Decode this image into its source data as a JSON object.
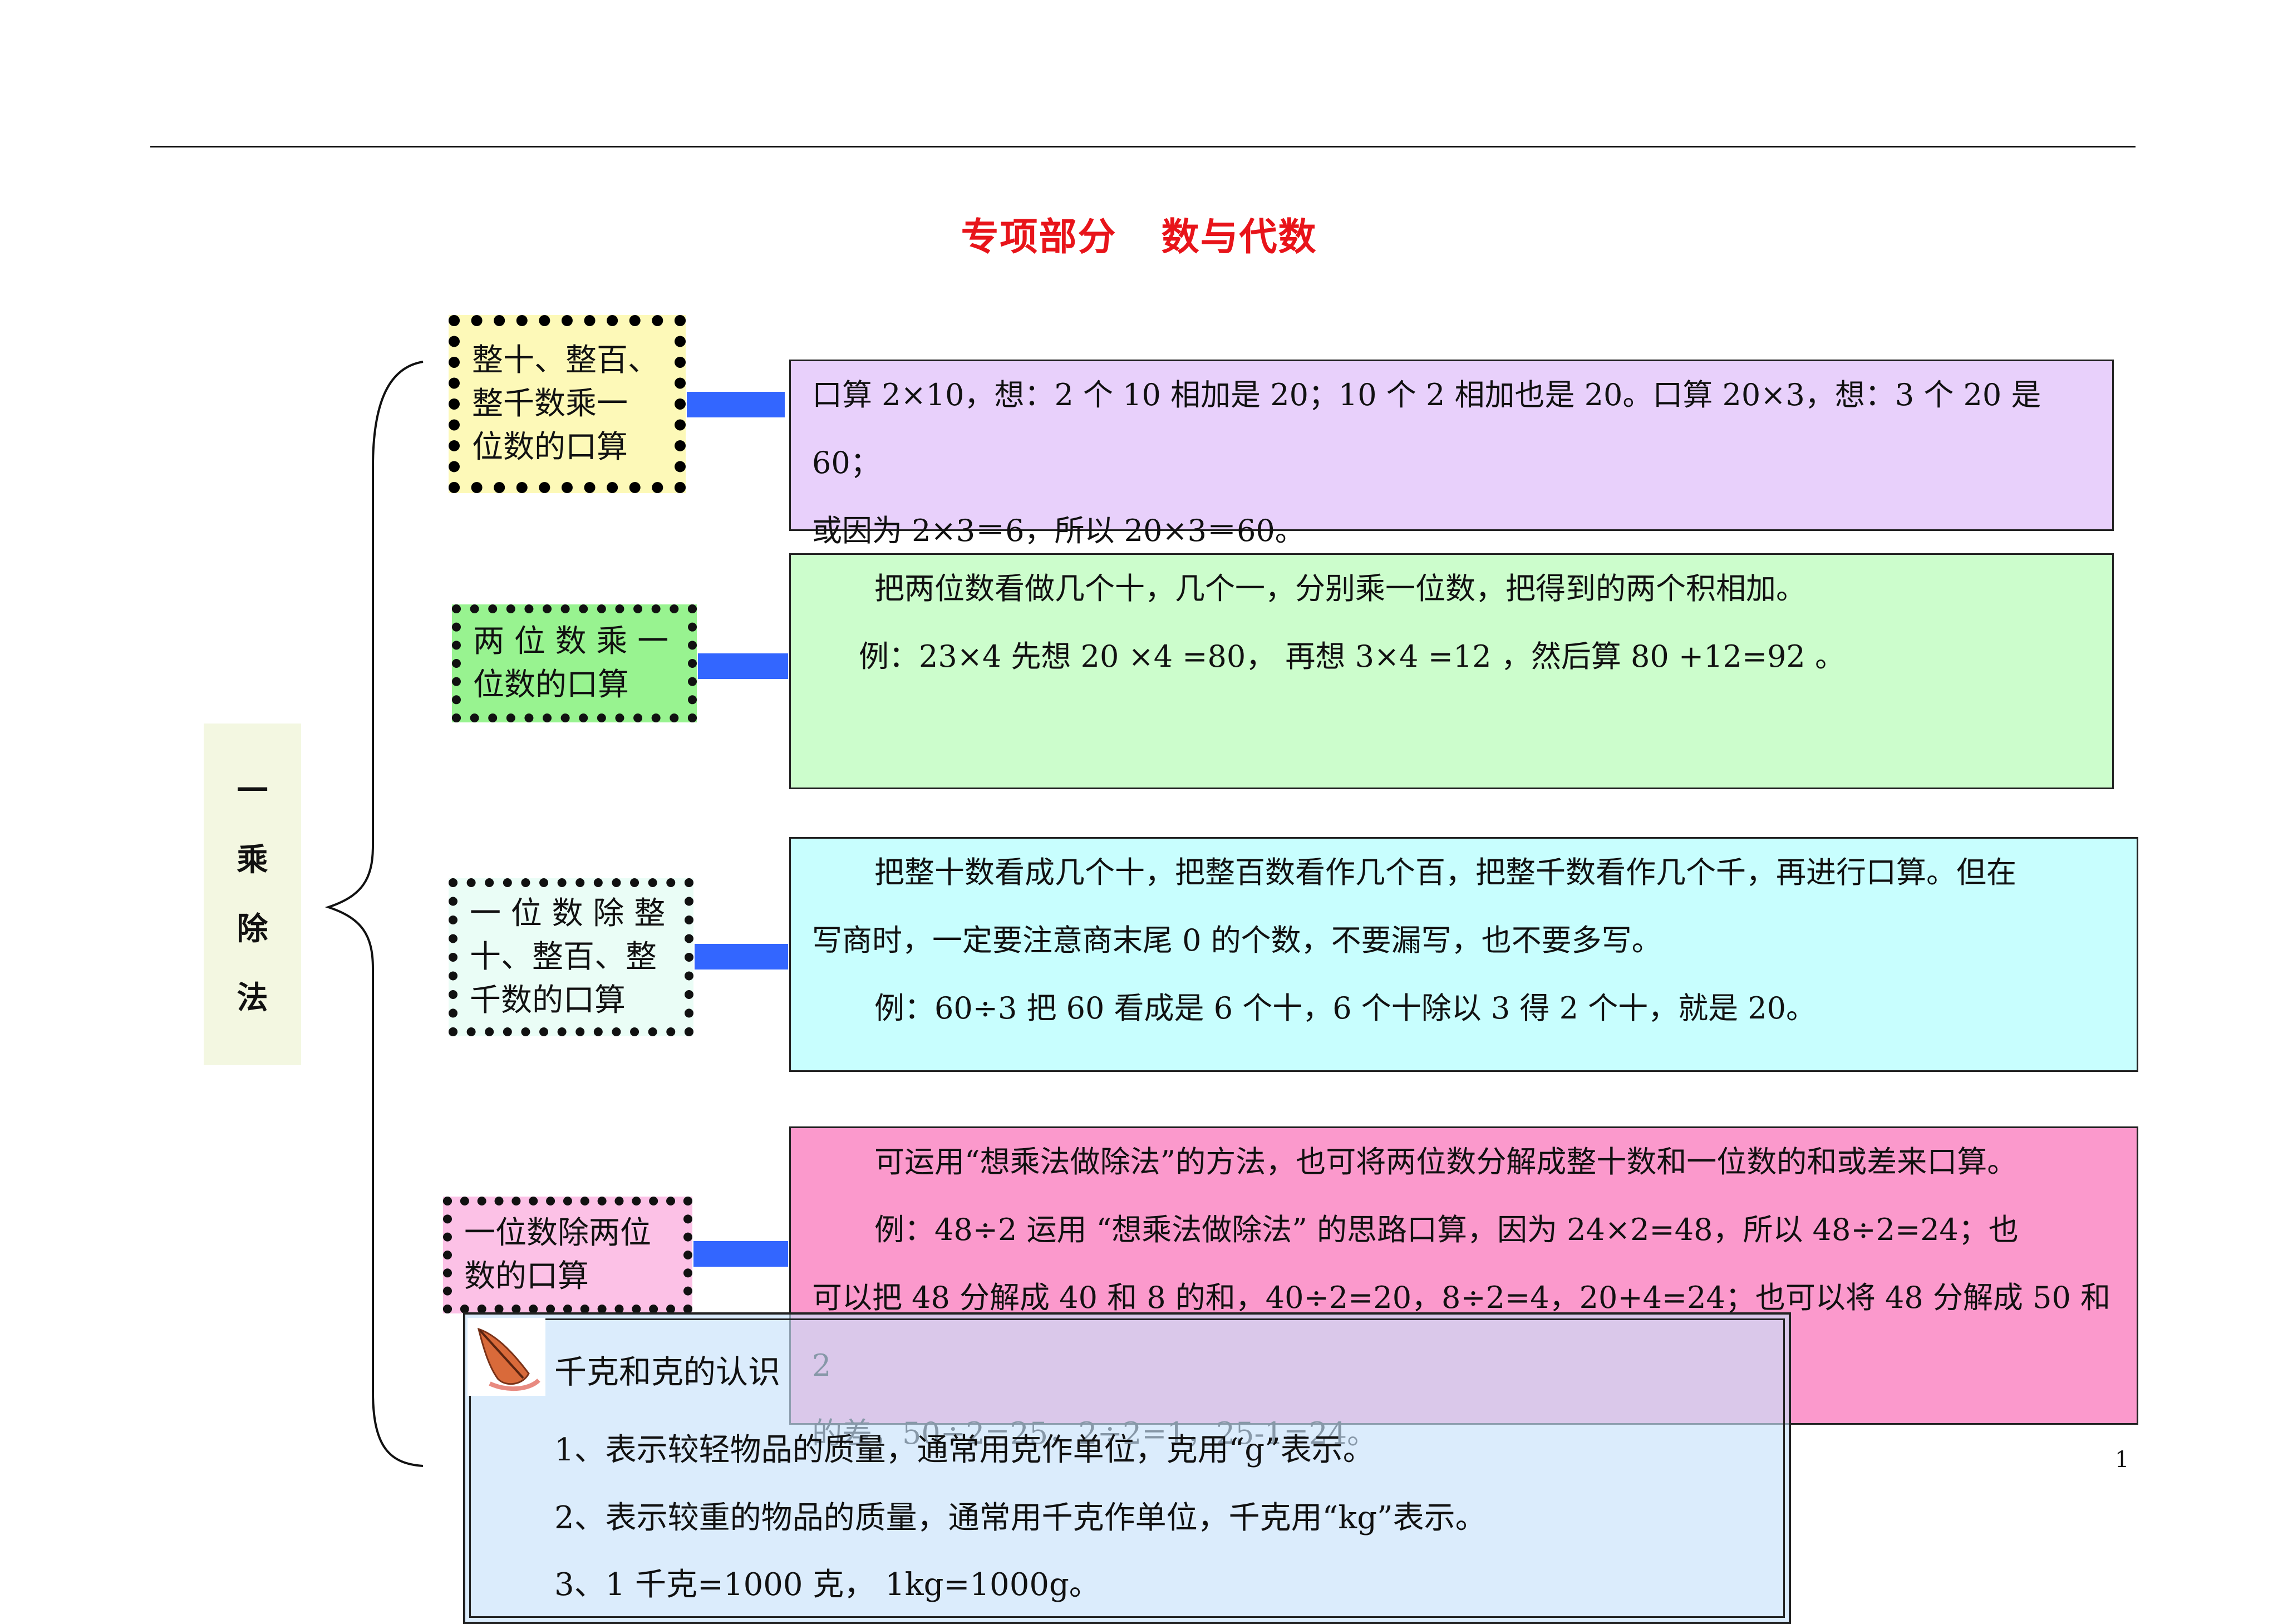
{
  "title": {
    "part1": "专项部分",
    "part2": "数与代数"
  },
  "section": {
    "chars": [
      "一",
      "乘",
      "除",
      "法"
    ]
  },
  "topics": [
    {
      "lines": [
        "整十、整百、",
        "整千数乘一",
        "位数的口算"
      ],
      "bg": "#fdf9b8"
    },
    {
      "lines": [
        "两 位 数 乘 一",
        "位数的口算"
      ],
      "bg": "#98f390"
    },
    {
      "lines": [
        "一 位 数 除 整",
        "十、整百、整",
        "千数的口算"
      ],
      "bg": "#eafdf6"
    },
    {
      "lines": [
        "一位数除两位",
        "数的口算"
      ],
      "bg": "#fcc1e6"
    }
  ],
  "boxes": [
    {
      "bg": "#e8d0fb",
      "lines": [
        "口算 2×10，想：2 个 10 相加是 20；10 个 2 相加也是 20。口算 20×3，想：3 个 20 是 60；",
        "或因为 2×3＝6，所以 20×3＝60。"
      ]
    },
    {
      "bg": "#ccfdcc",
      "lines": [
        "把两位数看做几个十，几个一，分别乘一位数，把得到的两个积相加。",
        "例：23×4  先想 20  ×4 =80，      再想 3×4 =12  ，然后算 80 +12=92  。"
      ]
    },
    {
      "bg": "#c8fefe",
      "lines": [
        "把整十数看成几个十，把整百数看作几个百，把整千数看作几个千，再进行口算。但在",
        "写商时，一定要注意商末尾 0 的个数，不要漏写，也不要多写。",
        "例：60÷3  把 60 看成是  6 个十，6 个十除以 3 得 2 个十，就是 20。"
      ]
    },
    {
      "bg": "#fb99cc",
      "lines": [
        "可运用“想乘法做除法”的方法，也可将两位数分解成整十数和一位数的和或差来口算。",
        "例：48÷2    运用  “想乘法做除法”  的思路口算，因为 24×2=48，所以 48÷2=24；也",
        "可以把 48 分解成 40 和 8 的和，40÷2=20，8÷2=4，20+4=24；也可以将 48 分解成 50 和 2",
        "的差，50÷2=25，2÷2=1，25-1=24。"
      ]
    }
  ],
  "note": {
    "title": "千克和克的认识",
    "icon": "feather-pen-icon",
    "lines": [
      "1、表示较轻物品的质量，通常用克作单位，克用“g”表示。",
      "2、表示较重的物品的质量，通常用千克作单位，千克用“kg”表示。",
      "3、1 千克=1000 克，      1kg=1000g。"
    ]
  },
  "page_number": "1",
  "colors": {
    "title": "#e8141a",
    "connector": "#3366ff"
  }
}
